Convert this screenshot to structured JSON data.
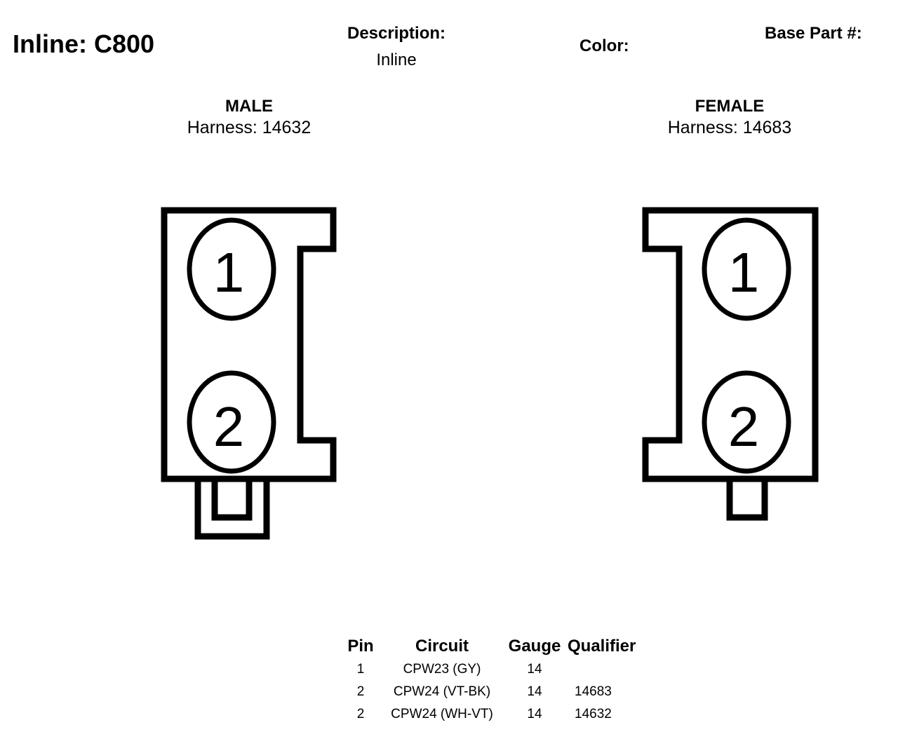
{
  "header": {
    "title": "Inline: C800",
    "description_label": "Description:",
    "description_value": "Inline",
    "color_label": "Color:",
    "base_part_label": "Base Part #:"
  },
  "male": {
    "heading": "MALE",
    "harness": "Harness: 14632",
    "pins": [
      "1",
      "2"
    ]
  },
  "female": {
    "heading": "FEMALE",
    "harness": "Harness: 14683",
    "pins": [
      "1",
      "2"
    ]
  },
  "pin_table": {
    "headers": [
      "Pin",
      "Circuit",
      "Gauge",
      "Qualifier"
    ],
    "rows": [
      [
        "1",
        "CPW23 (GY)",
        "14",
        ""
      ],
      [
        "2",
        "CPW24 (VT-BK)",
        "14",
        "14683"
      ],
      [
        "2",
        "CPW24 (WH-VT)",
        "14",
        "14632"
      ]
    ]
  }
}
